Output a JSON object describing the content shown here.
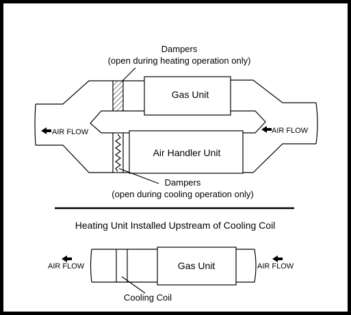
{
  "top_diagram": {
    "damper_top_label_line1": "Dampers",
    "damper_top_label_line2": "(open during heating operation only)",
    "gas_unit_label": "Gas Unit",
    "air_handler_label": "Air Handler Unit",
    "damper_bottom_label_line1": "Dampers",
    "damper_bottom_label_line2": "(open during cooling operation only)",
    "airflow_left": "AIR FLOW",
    "airflow_right": "AIR FLOW"
  },
  "section_title": "Heating Unit Installed Upstream of Cooling Coil",
  "bottom_diagram": {
    "gas_unit_label": "Gas Unit",
    "cooling_coil_label": "Cooling Coil",
    "airflow_left": "AIR FLOW",
    "airflow_right": "AIR FLOW"
  },
  "icons": {
    "airflow_arrow": "left-arrow-icon"
  }
}
